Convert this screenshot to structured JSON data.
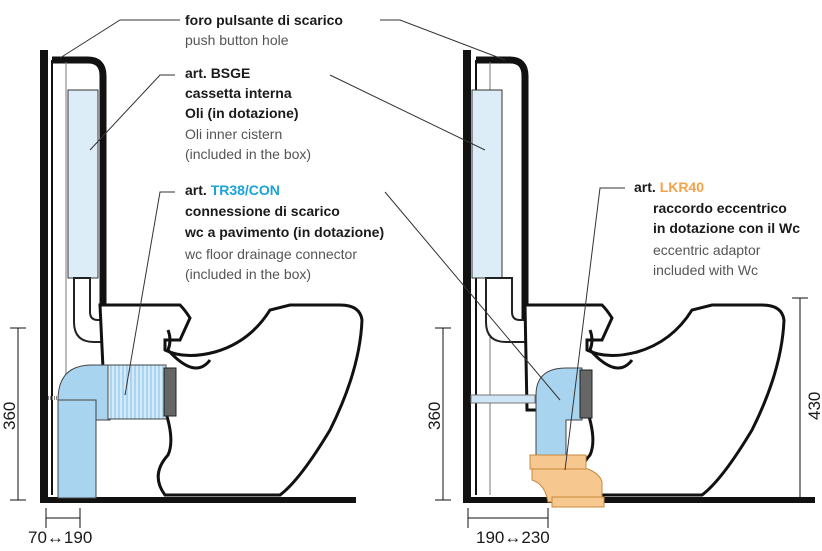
{
  "labels": {
    "push_it": "foro pulsante di scarico",
    "push_en": "push button hole",
    "bsge_prefix": "art.",
    "bsge_code": "BSGE",
    "bsge_it1": "cassetta interna",
    "bsge_it2": "Oli (in dotazione)",
    "bsge_en1": "Oli inner cistern",
    "bsge_en2": "(included in the box)",
    "tr_prefix": "art.",
    "tr_code": "TR38/CON",
    "tr_it1": "connessione di scarico",
    "tr_it2": "wc a pavimento (in dotazione)",
    "tr_en1": "wc floor drainage connector",
    "tr_en2": "(included in the box)",
    "lkr_prefix": "art.",
    "lkr_code": "LKR40",
    "lkr_it1": "raccordo eccentrico",
    "lkr_it2": "in dotazione con il Wc",
    "lkr_en1": "eccentric adaptor",
    "lkr_en2": "included with Wc"
  },
  "dimensions": {
    "left_height": "360",
    "left_width": "70↔190",
    "right_height": "360",
    "right_height2": "430",
    "right_width": "190↔230"
  },
  "colors": {
    "cistern": "#dcedf8",
    "connector": "#a9d4f0",
    "pipe_strip": "#8fbde0",
    "adaptor": "#f6c78e",
    "code_blue": "#1aa3d9",
    "code_orange": "#f3a24a"
  }
}
